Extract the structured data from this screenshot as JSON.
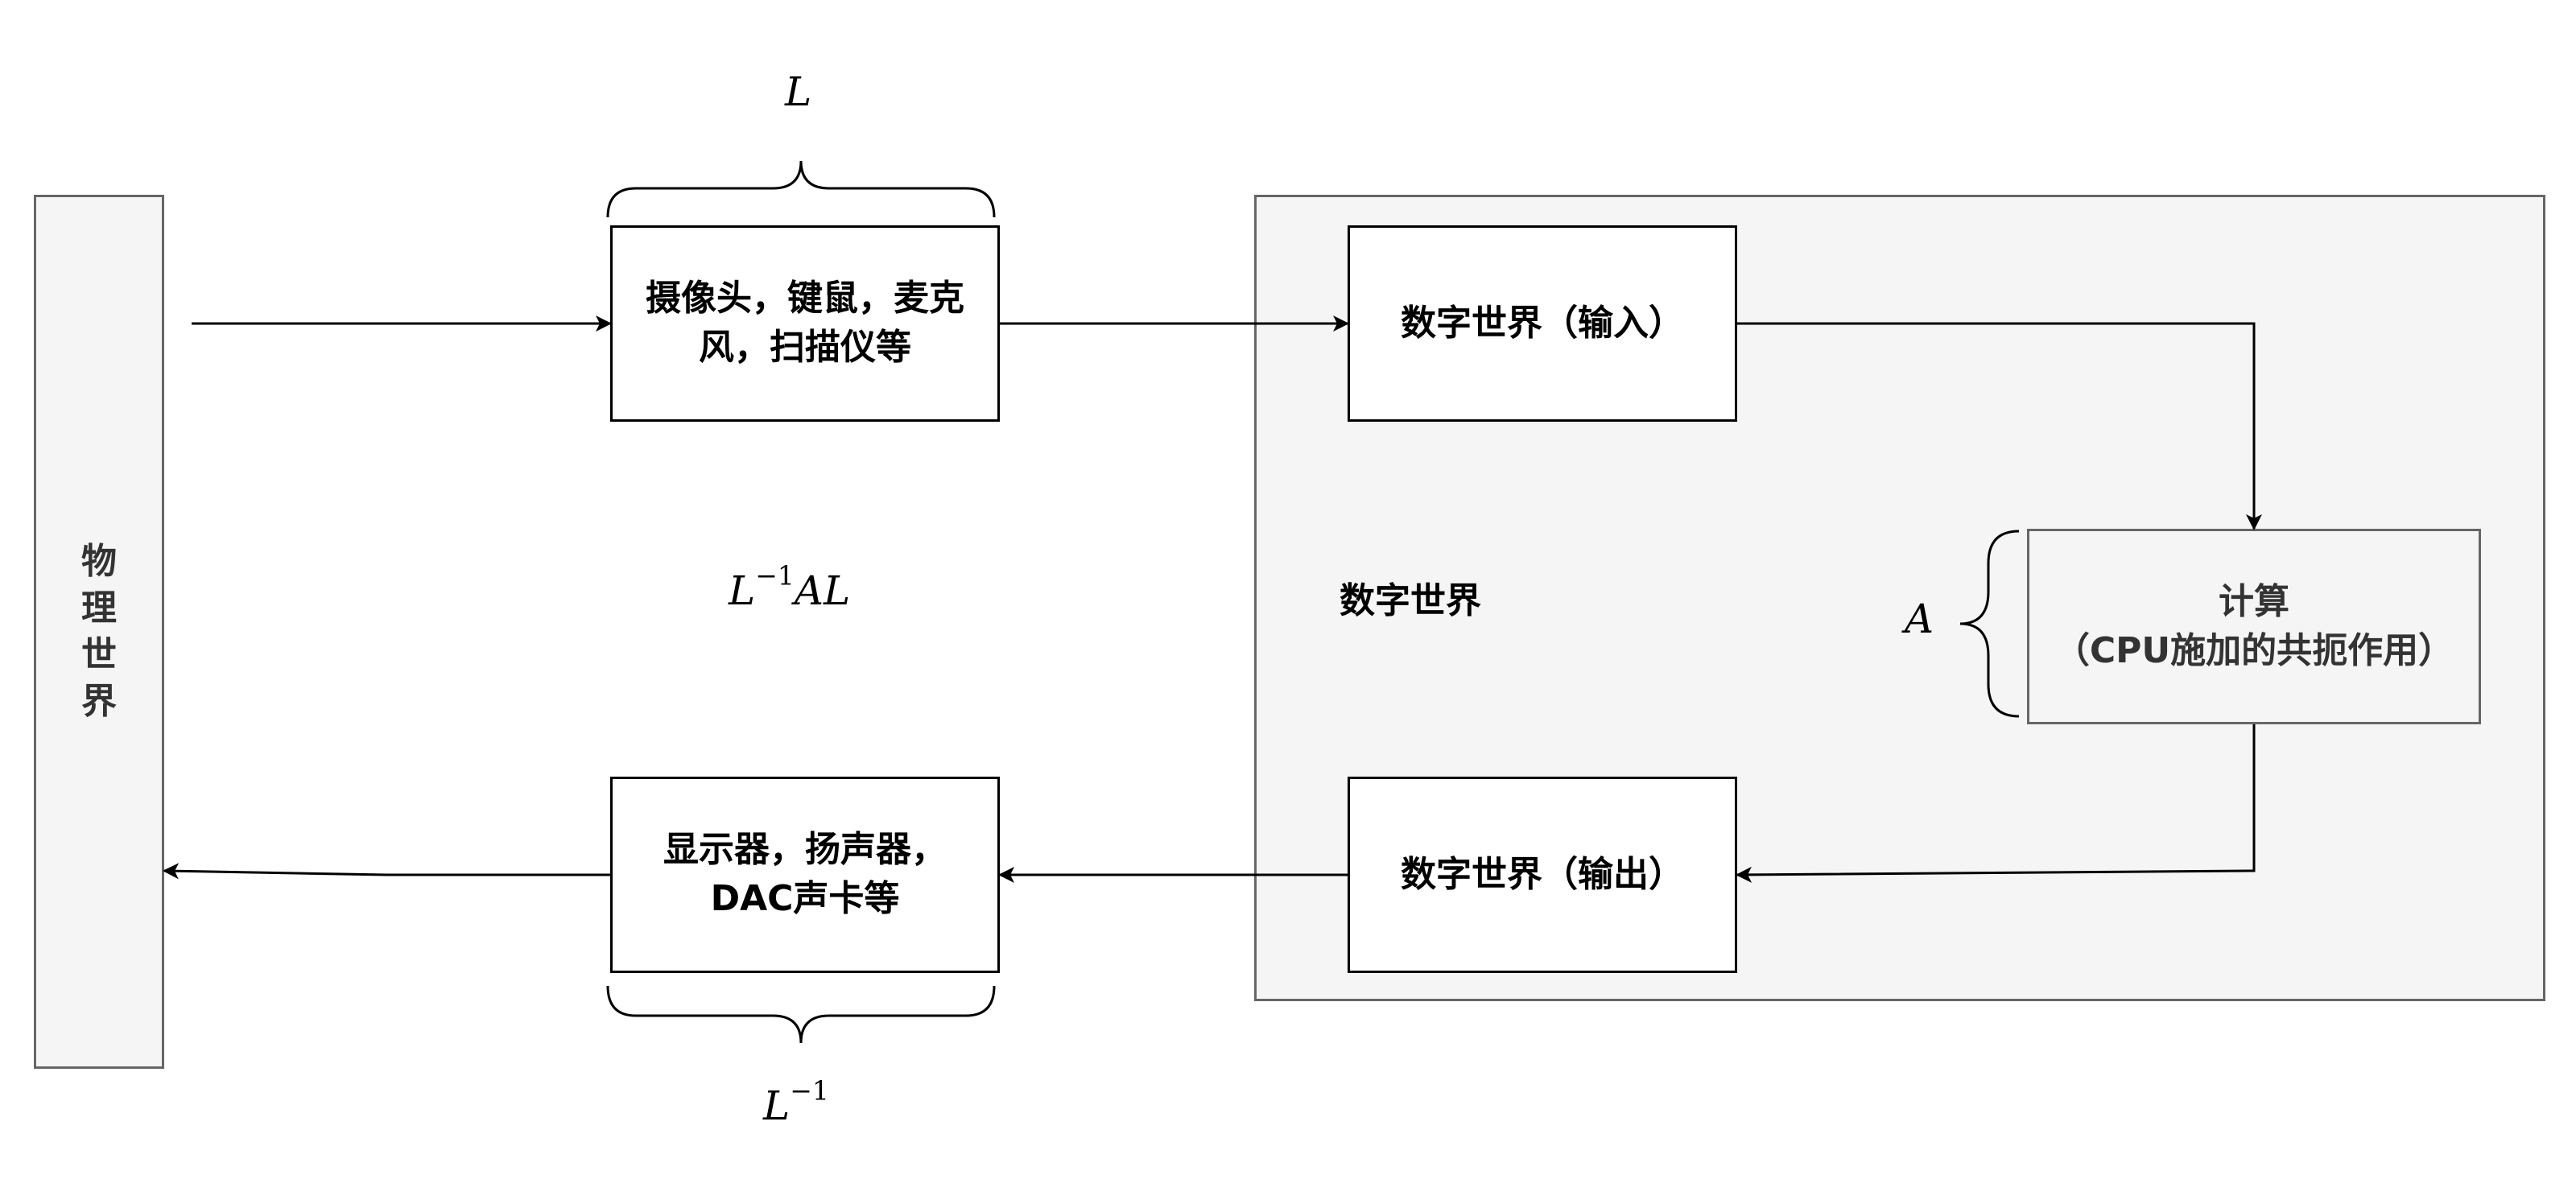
{
  "physical_world": {
    "label": "物\n理\n世\n界"
  },
  "digital_world": {
    "label": "数字世界"
  },
  "nodes": {
    "input_devices": "摄像头，键鼠，麦克\n风，扫描仪等",
    "output_devices": "显示器，扬声器，\nDAC声卡等",
    "digital_input": "数字世界（输入）",
    "digital_output": "数字世界（输出）",
    "compute": "计算\n（CPU施加的共扼作用）"
  },
  "math_labels": {
    "L": "L",
    "conjugation": {
      "base": "L",
      "exp": "−1",
      "rest": "AL"
    },
    "A": "A",
    "L_inverse": {
      "base": "L",
      "exp": "−1"
    }
  },
  "colors": {
    "container_fill": "#f5f5f5",
    "container_stroke": "#666666",
    "line": "#000000"
  }
}
